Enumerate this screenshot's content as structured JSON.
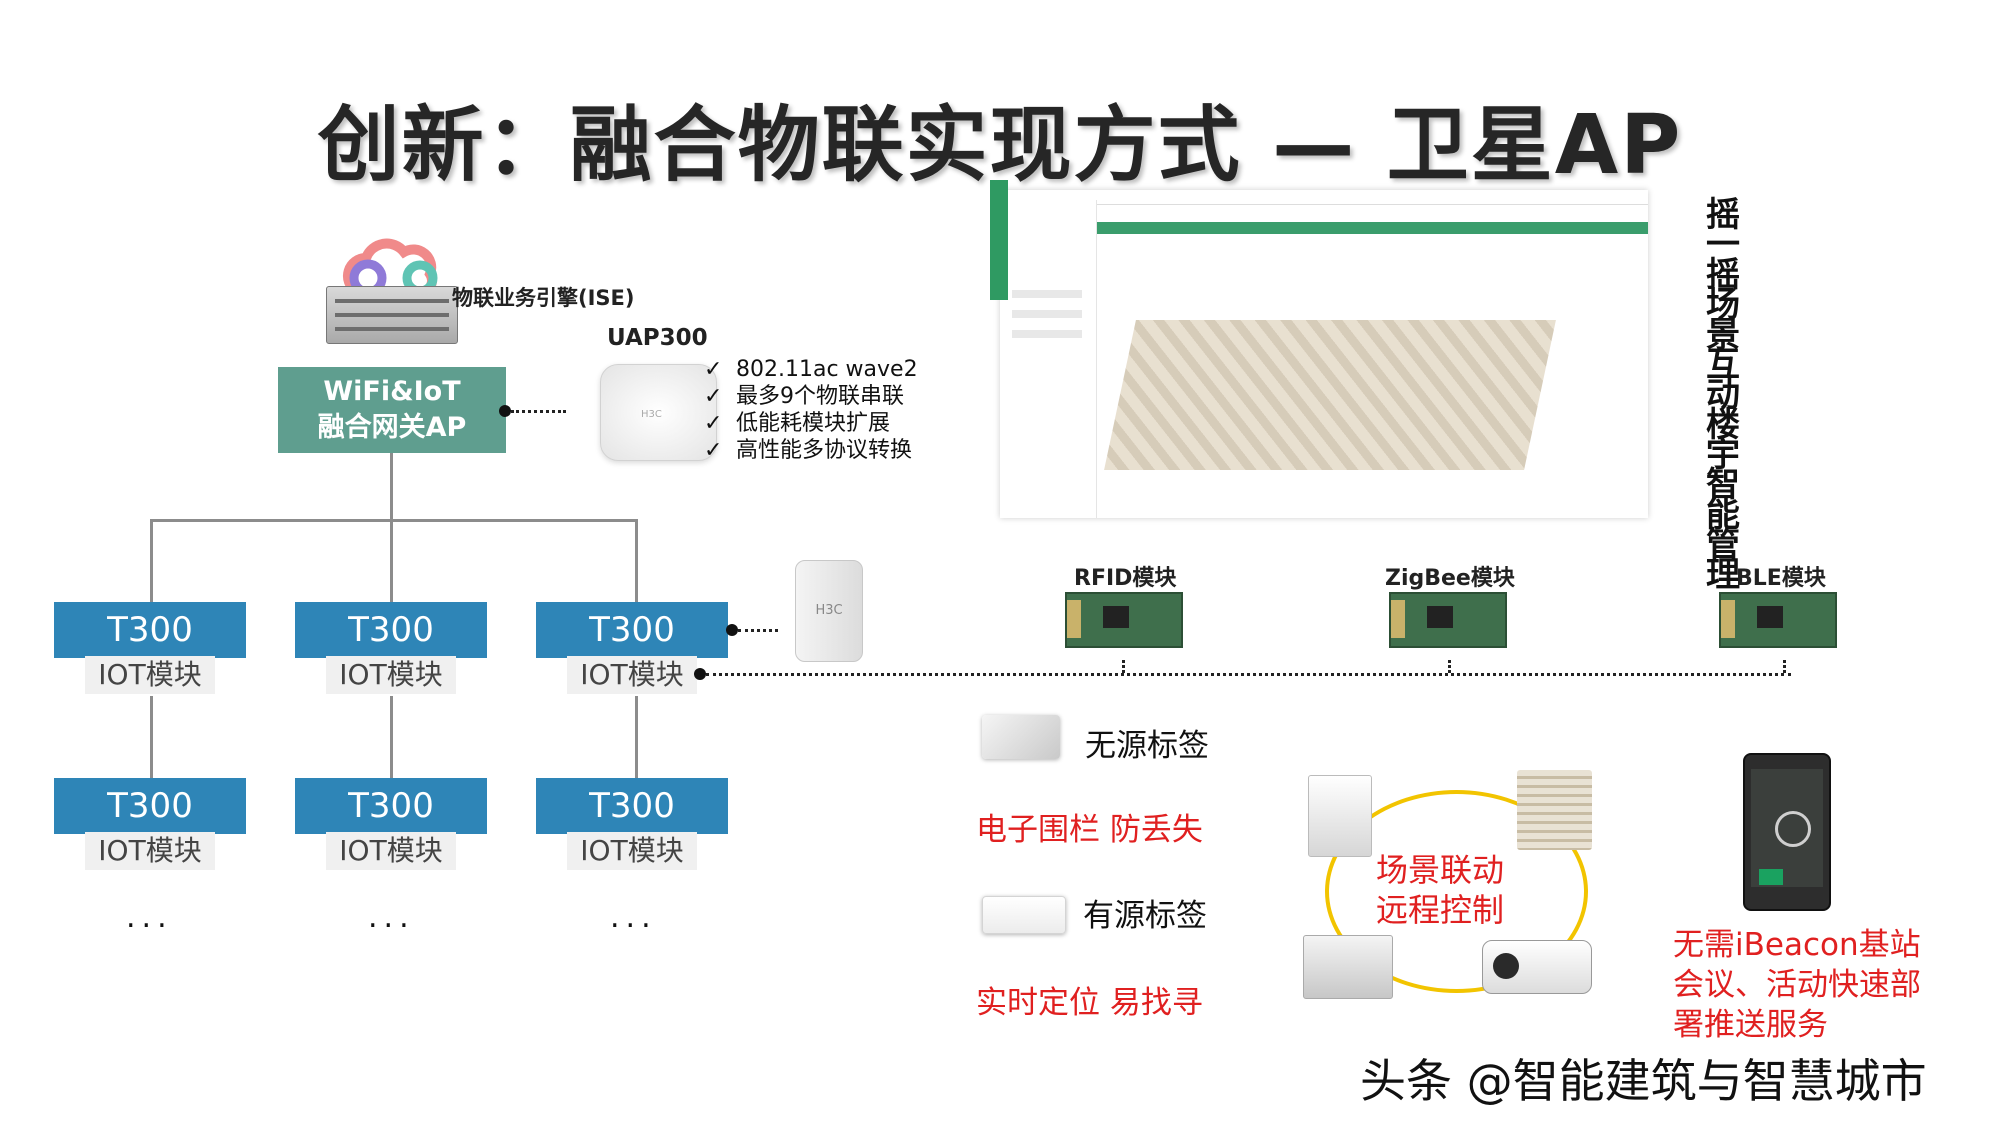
{
  "title": "创新：融合物联实现方式 — 卫星AP",
  "cloud_platform": {
    "label": "物联业务引擎(ISE)"
  },
  "gateway": {
    "line1": "WiFi&IoT",
    "line2": "融合网关AP"
  },
  "uap": {
    "label": "UAP300",
    "features": [
      "802.11ac wave2",
      "最多9个物联串联",
      "低能耗模块扩展",
      "高性能多协议转换"
    ],
    "check_mark": "✓"
  },
  "t300_nodes": [
    {
      "model": "T300",
      "sub": "IOT模块"
    },
    {
      "model": "T300",
      "sub": "IOT模块"
    },
    {
      "model": "T300",
      "sub": "IOT模块"
    },
    {
      "model": "T300",
      "sub": "IOT模块"
    },
    {
      "model": "T300",
      "sub": "IOT模块"
    },
    {
      "model": "T300",
      "sub": "IOT模块"
    }
  ],
  "ellipsis": "...",
  "device_brand": "H3C",
  "vertical_caption": "摇一摇场景互动楼宇智能管理",
  "modules": [
    {
      "label": "RFID模块"
    },
    {
      "label": "ZigBee模块"
    },
    {
      "label": "BLE模块"
    }
  ],
  "tags": {
    "passive": "无源标签",
    "passive_use": "电子围栏 防丢失",
    "active": "有源标签",
    "active_use": "实时定位 易找寻"
  },
  "scene": {
    "line1": "场景联动",
    "line2": "远程控制"
  },
  "ibeacon": {
    "line1": "无需iBeacon基站",
    "line2": "会议、活动快速部",
    "line3": "署推送服务"
  },
  "watermark": "头条 @智能建筑与智慧城市",
  "colors": {
    "gateway": "#5f9e8f",
    "t300": "#2e85b7",
    "accent_red": "#e02020",
    "ellipse": "#f2c400"
  }
}
